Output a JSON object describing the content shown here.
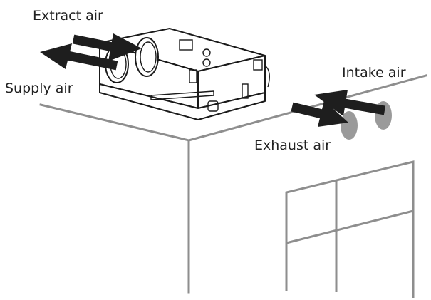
{
  "labels": {
    "extract_air": "Extract air",
    "supply_air": "Supply air",
    "intake_air": "Intake air",
    "exhaust_air": "Exhaust air"
  },
  "colors": {
    "wall_lines": "#8e8e8e",
    "arrows": "#1e1e1e",
    "vents": "#9a9a9a",
    "unit_outline": "#1a1a1a",
    "text": "#222222"
  }
}
